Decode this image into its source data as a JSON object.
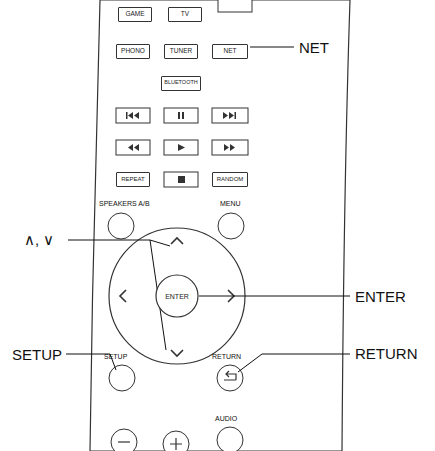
{
  "diagram": {
    "nodes": [
      {
        "text": [
          "GAME"
        ]
      },
      {
        "text": [
          "TV"
        ]
      },
      {
        "text": [
          "PHONO"
        ]
      },
      {
        "text": [
          "TUNER"
        ]
      },
      {
        "text": [
          "NET"
        ]
      },
      {
        "text": [
          "BLUETOOTH"
        ]
      },
      {
        "text": [
          "REPEAT"
        ]
      },
      {
        "text": [
          "RANDOM"
        ]
      },
      {
        "text": [
          "ENTER"
        ]
      }
    ],
    "labels": [
      "NET",
      "SPEAKERS A/B",
      "MENU",
      "∧, ∨",
      "ENTER",
      "SETUP",
      "SETUP",
      "RETURN",
      "RETURN",
      "AUDIO"
    ]
  }
}
